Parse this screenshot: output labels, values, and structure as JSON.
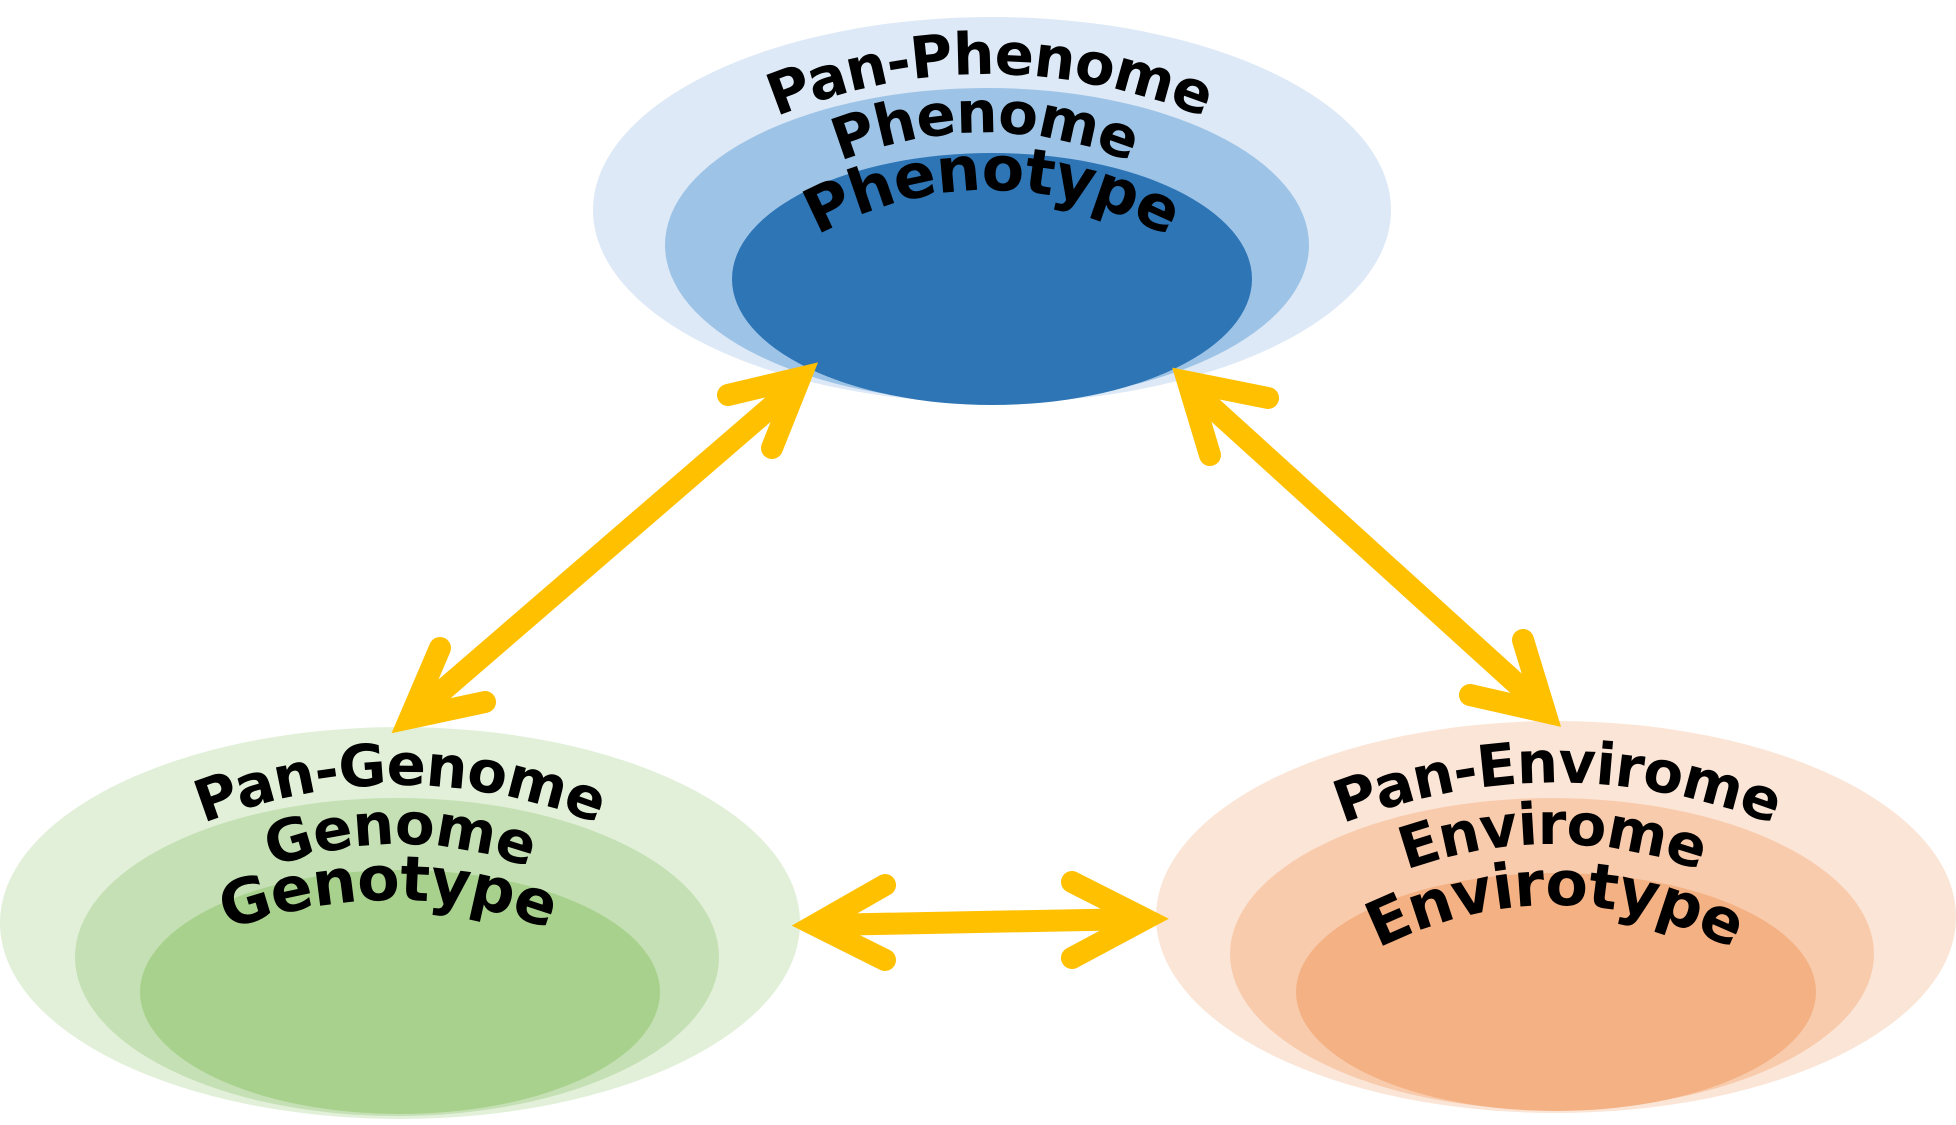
{
  "diagram": {
    "nodes": [
      {
        "id": "phenome",
        "labels": [
          "Pan-Phenome",
          "Phenome",
          "Phenotype"
        ],
        "colors": [
          "#DDE9F6",
          "#9DC3E6",
          "#2E75B6"
        ]
      },
      {
        "id": "genome",
        "labels": [
          "Pan-Genome",
          "Genome",
          "Genotype"
        ],
        "colors": [
          "#E2F0D9",
          "#C5E0B4",
          "#A9D18E"
        ]
      },
      {
        "id": "envirome",
        "labels": [
          "Pan-Envirome",
          "Envirome",
          "Envirotype"
        ],
        "colors": [
          "#FBE5D6",
          "#F8CBAD",
          "#F4B183"
        ]
      }
    ],
    "edges": [
      {
        "from": "genome",
        "to": "phenome",
        "type": "bidirectional"
      },
      {
        "from": "phenome",
        "to": "envirome",
        "type": "bidirectional"
      },
      {
        "from": "genome",
        "to": "envirome",
        "type": "bidirectional"
      }
    ],
    "arrow_color": "#FFC000"
  }
}
